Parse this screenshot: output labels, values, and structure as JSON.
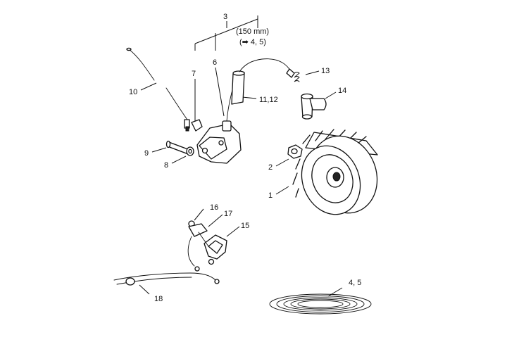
{
  "diagram": {
    "callouts": {
      "c1": "1",
      "c2": "2",
      "c3": "3",
      "c6": "6",
      "c7": "7",
      "c8": "8",
      "c9": "9",
      "c10": "10",
      "c11_12": "11,12",
      "c13": "13",
      "c14": "14",
      "c15": "15",
      "c16": "16",
      "c17": "17",
      "c18": "18",
      "c4_5_bottom": "4, 5"
    },
    "note_length": "(150 mm)",
    "note_ref": "(➡ 4, 5)"
  }
}
